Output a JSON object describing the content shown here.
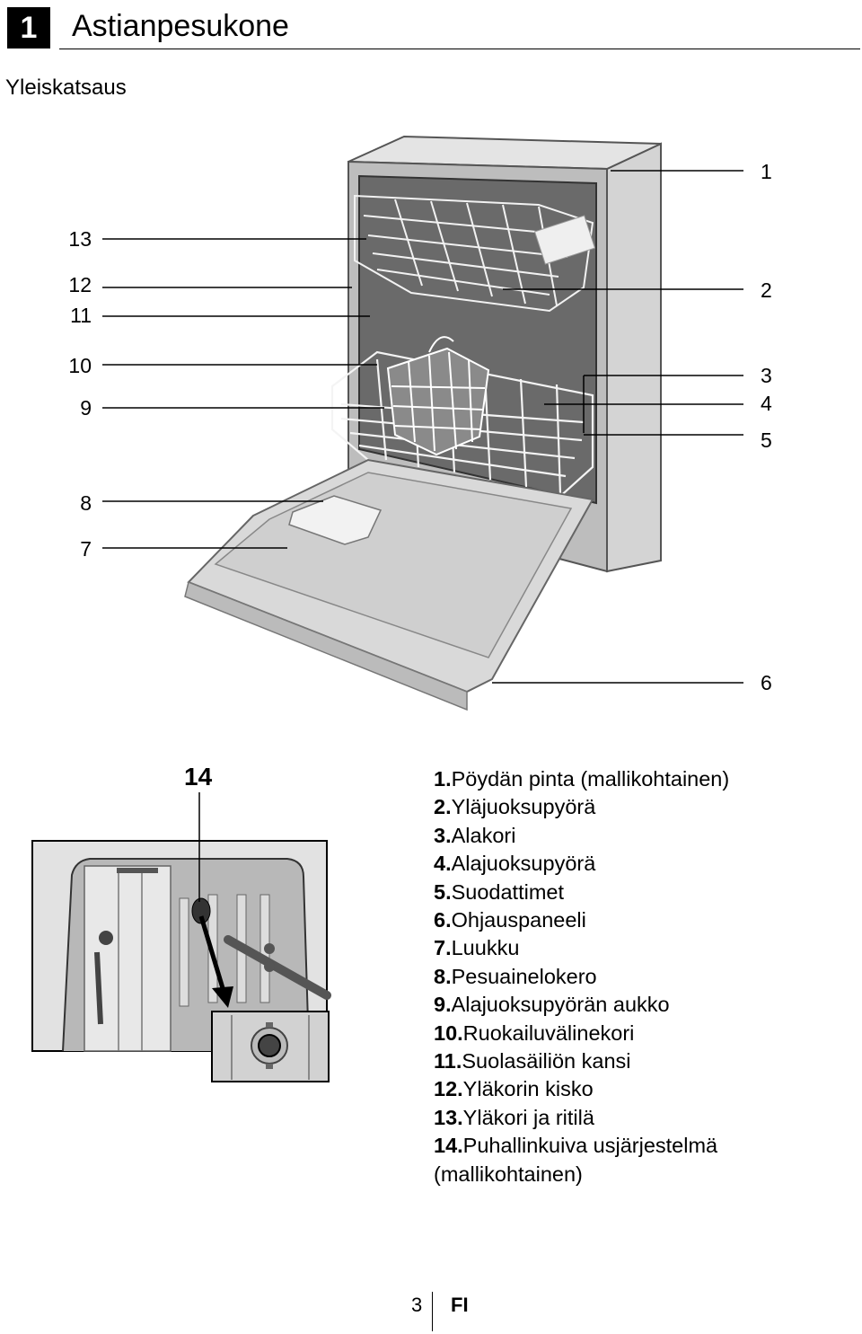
{
  "header": {
    "chapter_number": "1",
    "chapter_title": "Astianpesukone",
    "section_title": "Yleiskatsaus"
  },
  "callouts": {
    "n1": "1",
    "n2": "2",
    "n3": "3",
    "n4": "4",
    "n5": "5",
    "n6": "6",
    "n7": "7",
    "n8": "8",
    "n9": "9",
    "n10": "10",
    "n11": "11",
    "n12": "12",
    "n13": "13",
    "n14": "14"
  },
  "legend": {
    "items": [
      {
        "num": "1.",
        "text": "Pöydän pinta (mallikohtainen)"
      },
      {
        "num": "2.",
        "text": "Yläjuoksupyörä"
      },
      {
        "num": "3.",
        "text": "Alakori"
      },
      {
        "num": "4.",
        "text": "Alajuoksupyörä"
      },
      {
        "num": "5.",
        "text": "Suodattimet"
      },
      {
        "num": "6.",
        "text": "Ohjauspaneeli"
      },
      {
        "num": "7.",
        "text": "Luukku"
      },
      {
        "num": "8.",
        "text": "Pesuainelokero"
      },
      {
        "num": "9.",
        "text": "Alajuoksupyörän aukko"
      },
      {
        "num": "10.",
        "text": "Ruokailuvälinekori"
      },
      {
        "num": "11.",
        "text": "Suolasäiliön kansi"
      },
      {
        "num": "12.",
        "text": "Yläkorin kisko"
      },
      {
        "num": "13.",
        "text": "Yläkori ja ritilä"
      },
      {
        "num": "14.",
        "text": "Puhallinkuiva usjärjestelmä"
      }
    ],
    "continuation": "(mallikohtainen)"
  },
  "footer": {
    "page_number": "3",
    "language": "FI"
  }
}
